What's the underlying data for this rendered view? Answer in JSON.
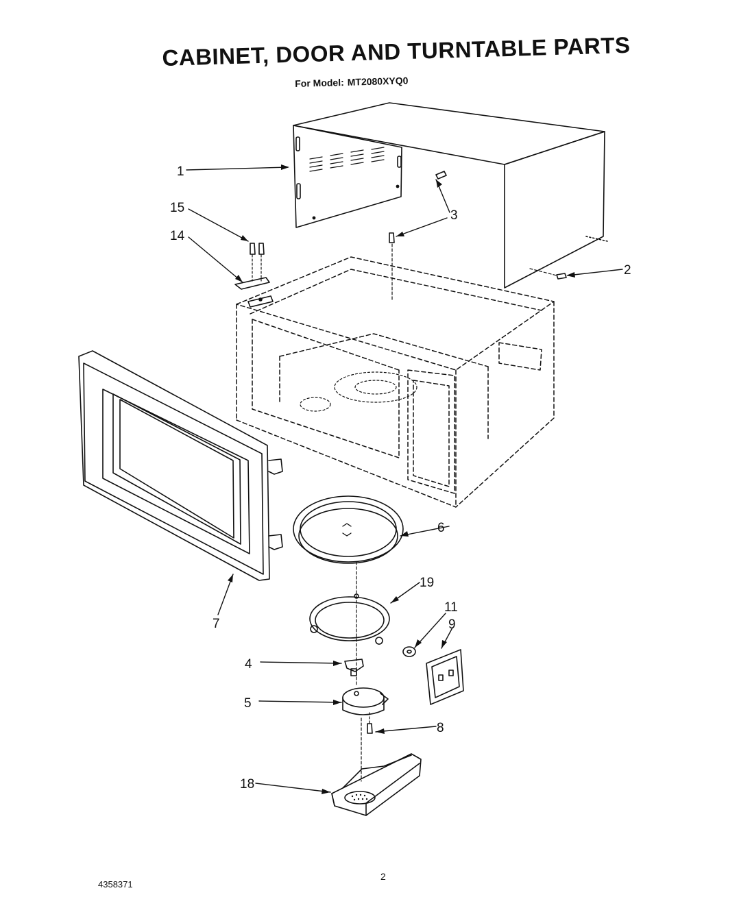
{
  "title": "CABINET, DOOR AND TURNTABLE PARTS",
  "subtitle": {
    "prefix": "For Model:",
    "model": "MT2080XYQ0"
  },
  "callouts": [
    "1",
    "2",
    "3",
    "4",
    "5",
    "6",
    "7",
    "8",
    "9",
    "11",
    "14",
    "15",
    "18",
    "19"
  ],
  "footer": {
    "document_number": "4358371",
    "page_number": "2"
  }
}
